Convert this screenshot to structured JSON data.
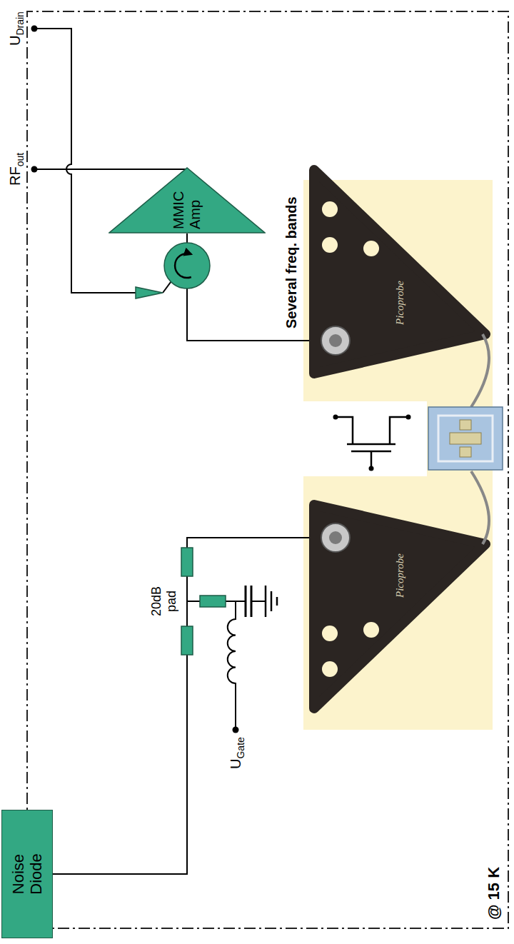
{
  "diagram": {
    "nodes": [
      {
        "text": [
          "Noise Diode"
        ]
      },
      {
        "text": [
          "MMIC Amp"
        ]
      }
    ],
    "labels": [
      "20dB pad",
      "UGate",
      "UDrain",
      "RFout",
      "Several freq. bands",
      "@ 15 K",
      "Picoprobe",
      "Picoprobe"
    ]
  }
}
